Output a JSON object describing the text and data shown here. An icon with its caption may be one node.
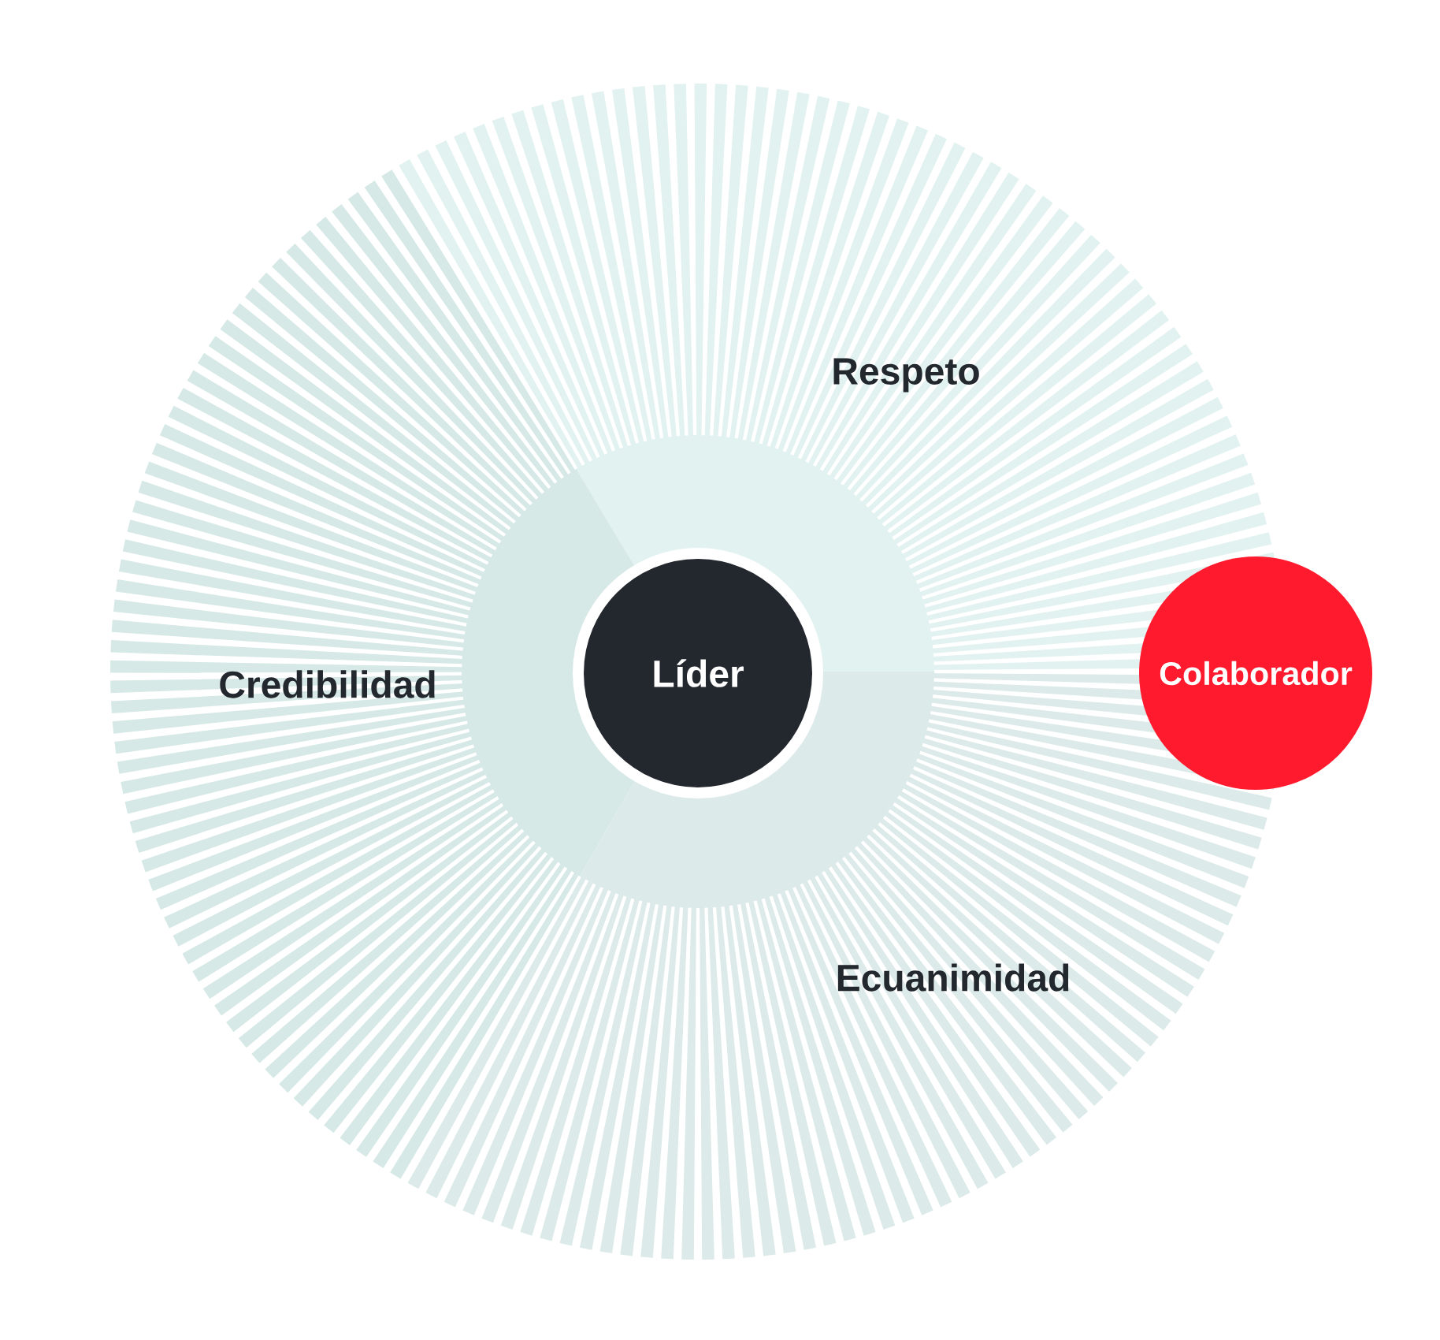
{
  "diagram": {
    "nodes": [
      {
        "text": [
          "Líder"
        ]
      },
      {
        "text": [
          "Colaborador"
        ]
      }
    ],
    "labels": [
      "Respeto",
      "Credibilidad",
      "Ecuanimidad"
    ]
  }
}
